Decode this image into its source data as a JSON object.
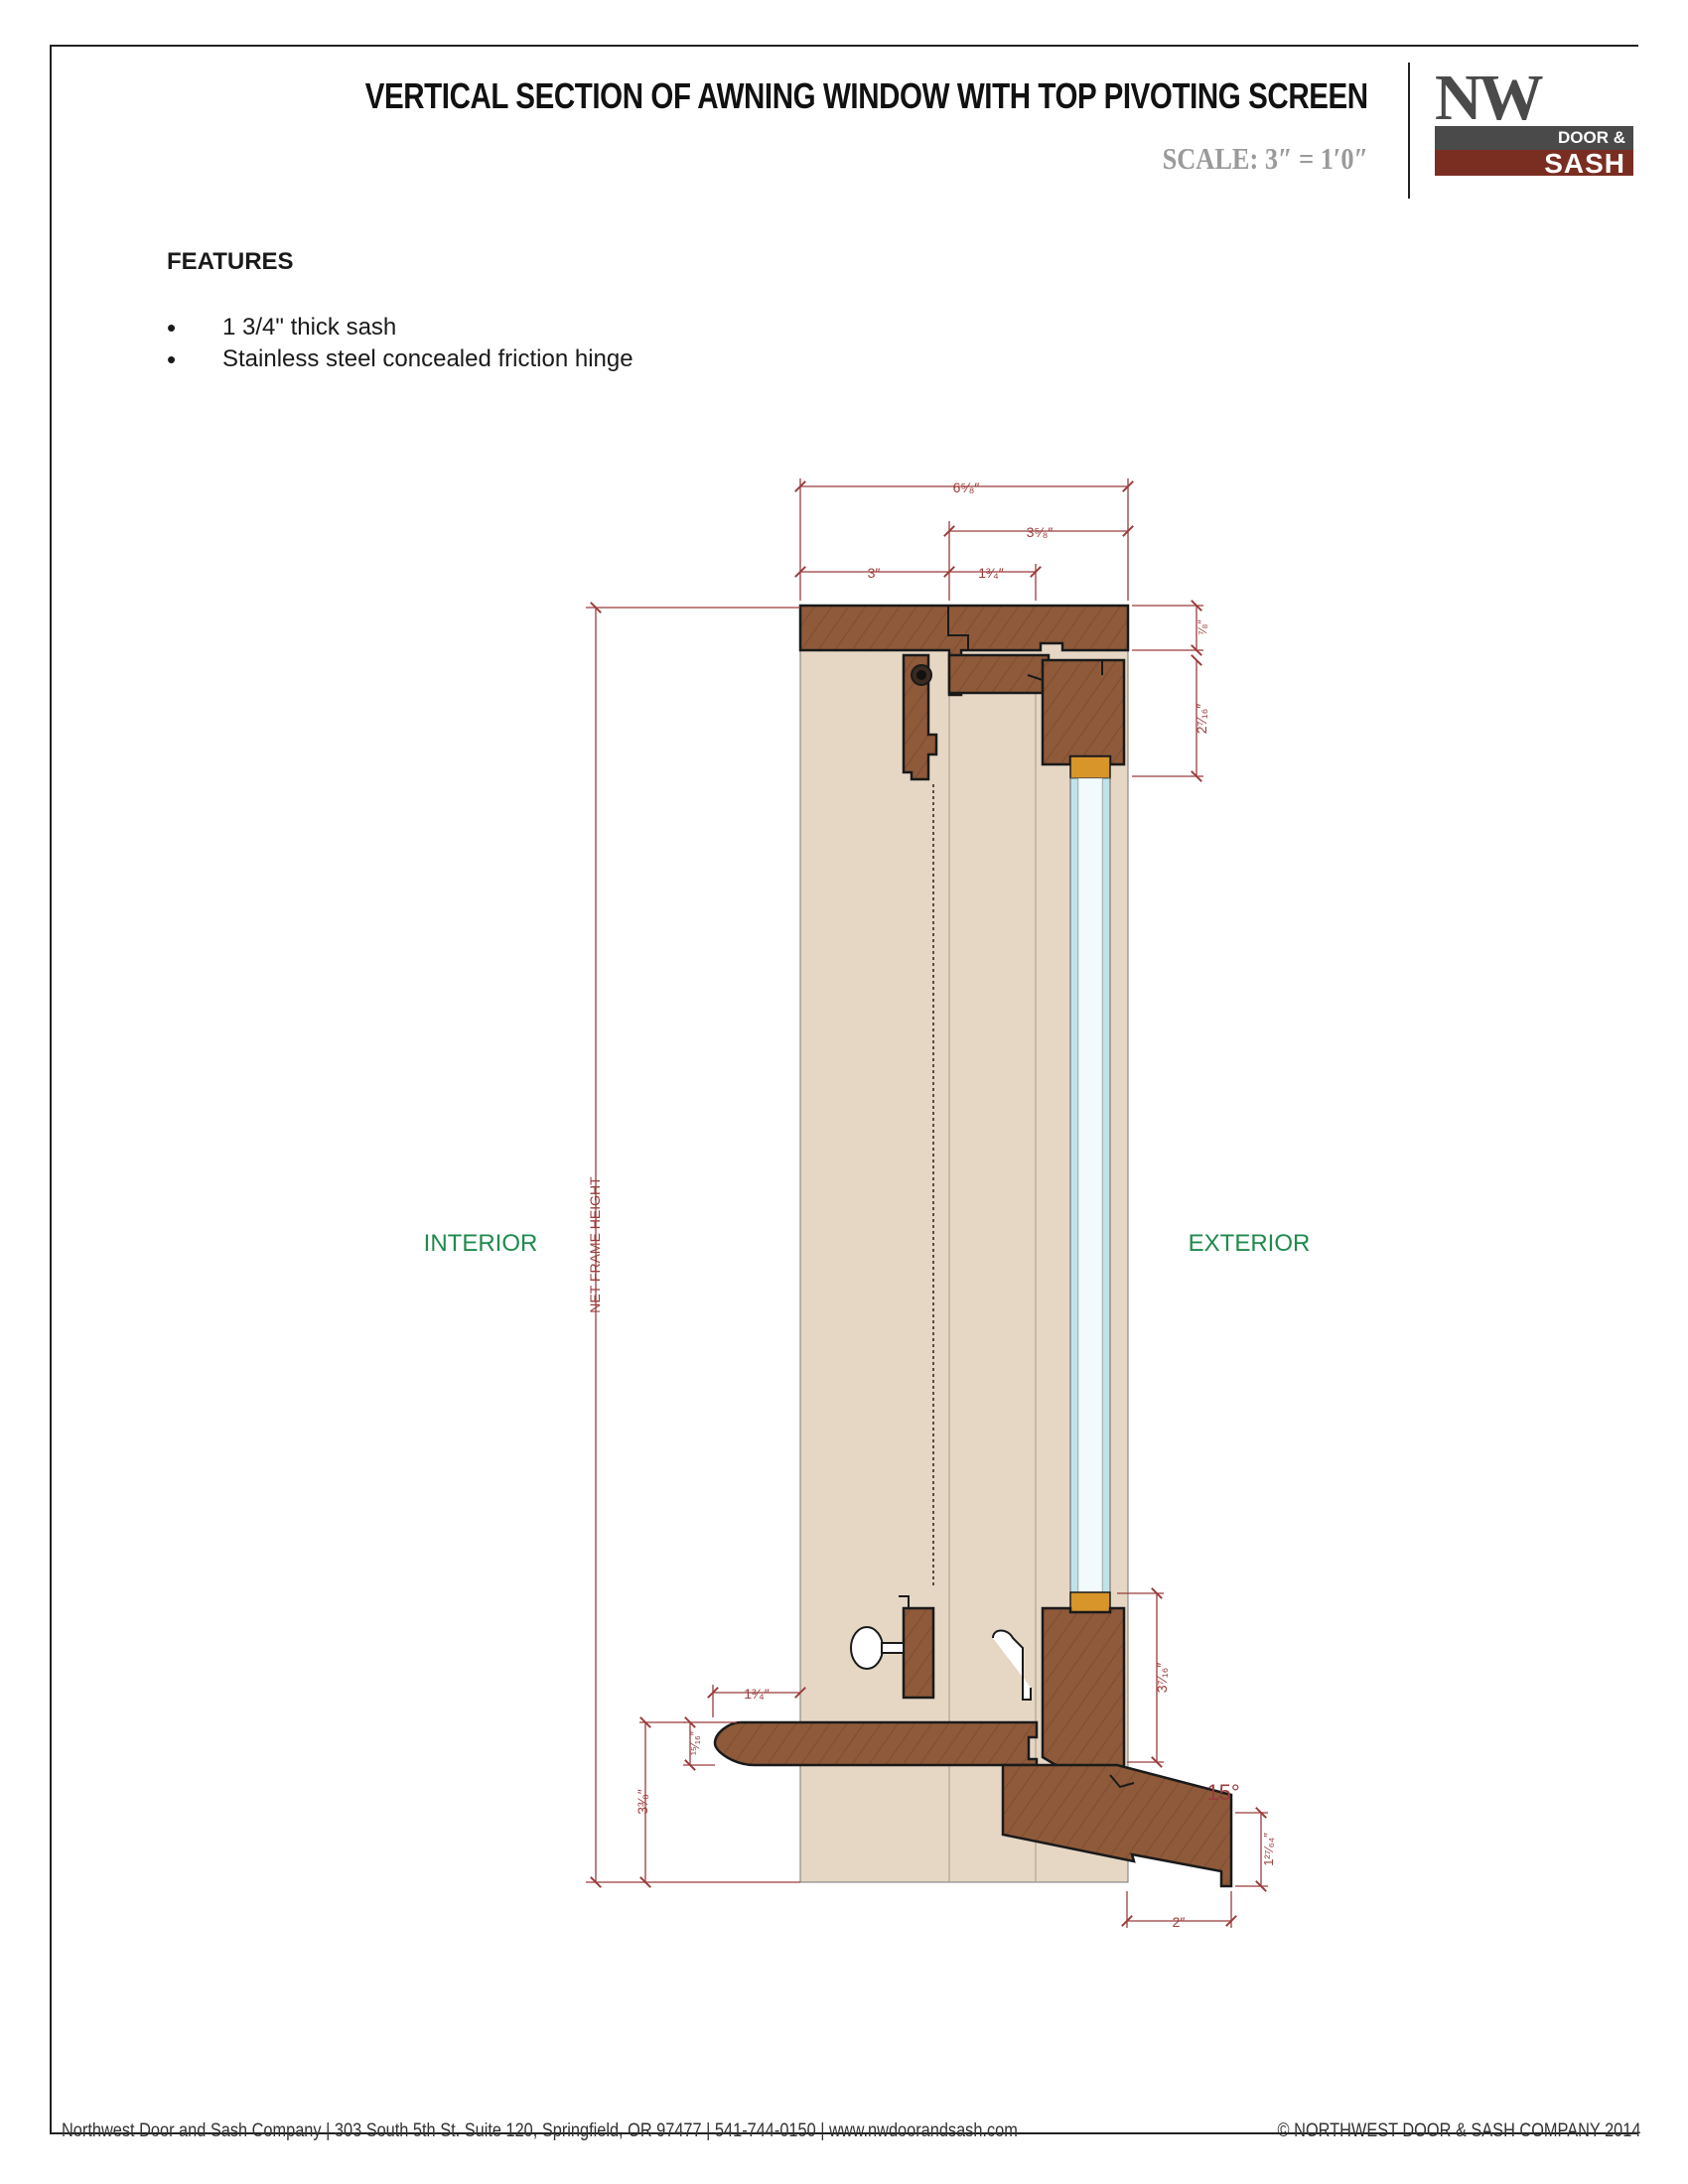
{
  "header": {
    "title": "VERTICAL SECTION OF AWNING WINDOW WITH TOP PIVOTING SCREEN",
    "scale": "SCALE: 3″ = 1′0″"
  },
  "logo": {
    "line1": "NW",
    "line2": "DOOR &",
    "line3": "SASH"
  },
  "features": {
    "heading": "FEATURES",
    "items": [
      "1 3/4\" thick sash",
      "Stainless steel concealed friction hinge"
    ]
  },
  "diagram": {
    "labels": {
      "interior": "INTERIOR",
      "exterior": "EXTERIOR",
      "net_frame_height": "NET FRAME HEIGHT",
      "angle": "15°"
    },
    "dimensions": {
      "overall_width": "6⁵⁄₈″",
      "right_width": "3⁵⁄₈″",
      "left_width": "3″",
      "middle_width": "1³⁄₄″",
      "head_height": "⁷⁄₈″",
      "top_rail": "2⁷⁄₁₆″",
      "bottom_rail": "3⁷⁄₁₆″",
      "stool_projection": "1³⁄₄″",
      "stool_thickness": "¹⁵⁄₁₆″",
      "stool_height": "3³⁄₈″",
      "sill_thickness": "1²⁷⁄₆₄″",
      "sill_projection": "2″"
    },
    "colors": {
      "wood": "#8e5a3a",
      "frame": "#e6d7c5",
      "glass": "#bfe3ea",
      "spacer": "#d8952a",
      "dimension": "#9b3b3b",
      "zone_label": "#1f8a4c"
    }
  },
  "footer": {
    "company": "Northwest Door and Sash Company  |  303 South 5th St.  Suite 120, Springfield, OR  97477  |  541-744-0150  |  www.nwdoorandsash.com",
    "copyright": "© NORTHWEST DOOR & SASH COMPANY 2014"
  }
}
